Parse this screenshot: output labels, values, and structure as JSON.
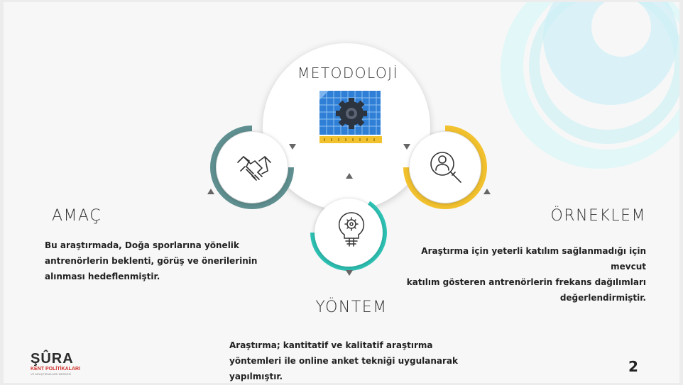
{
  "slide": {
    "center_title": "METODOLOJİ",
    "page_number": "2",
    "logo": {
      "main": "ŞÛRA",
      "sub1": "KENT POLİTİKALARI",
      "sub2": "VE ARAŞTIRMALARI MERKEZİ"
    },
    "sections": {
      "amac": {
        "title": "AMAÇ",
        "lines": [
          "Bu araştırmada, Doğa sporlarına yönelik",
          "antrenörlerin beklenti, görüş ve önerilerinin",
          "alınması  hedeflenmiştir."
        ]
      },
      "orneklem": {
        "title": "ÖRNEKLEM",
        "lines": [
          "Araştırma için yeterli katılım sağlanmadığı için mevcut",
          "katılım gösteren antrenörlerin frekans dağılımları",
          "değerlendirmiştir."
        ]
      },
      "yontem": {
        "title": "YÖNTEM",
        "lines": [
          "Araştırma; kantitatif ve kalitatif araştırma",
          "yöntemleri ile online anket tekniği uygulanarak",
          "yapılmıştır."
        ]
      }
    },
    "icons": {
      "center": "blueprint-gear-icon",
      "left": "handshake-icon",
      "bottom": "lightbulb-gear-icon",
      "right": "person-search-icon"
    },
    "colors": {
      "left_ring": "#5f8f90",
      "bottom_ring": "#2ec4b6",
      "right_ring": "#f2c12e",
      "deco": "#bfeef0"
    }
  }
}
